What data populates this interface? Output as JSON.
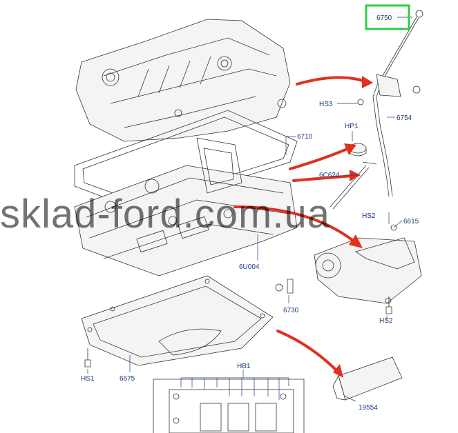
{
  "callouts": {
    "p6750": "6750",
    "p6754": "6754",
    "hs3": "HS3",
    "hp1": "HP1",
    "p6710": "6710",
    "p6c624": "6C624",
    "hs2a": "HS2",
    "p6615": "6615",
    "p6u004": "6U004",
    "p6730": "6730",
    "hs2b": "HS2",
    "hs1": "HS1",
    "p6675": "6675",
    "hb1": "HB1",
    "p19554": "19554"
  },
  "watermark": "sklad-ford.com.ua",
  "colors": {
    "highlight": "#2ecc40",
    "arrow": "#e0301e",
    "label": "#1a3a7a"
  }
}
